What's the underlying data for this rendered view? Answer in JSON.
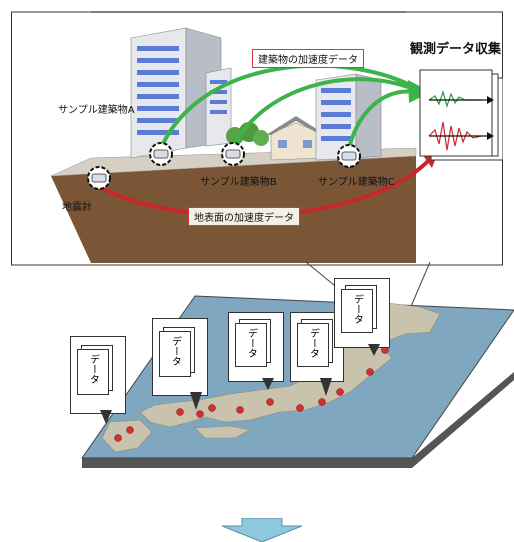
{
  "top_panel": {
    "label_collection": "観測データ収集",
    "label_building_accel": "建築物の加速度データ",
    "label_ground_accel": "地表面の加速度データ",
    "label_building_a": "サンプル建築物A",
    "label_building_b": "サンプル建築物B",
    "label_building_c": "サンプル建築物C",
    "label_seismometer": "地震計"
  },
  "map_panel": {
    "data_doc_label": "データ",
    "doc_count": 5
  },
  "colors": {
    "green_arrow": "#3cb44a",
    "red_arrow": "#c9252c",
    "ground": "#7a5636",
    "label_border": "#d9363e",
    "down_arrow": "#8ec8dc"
  }
}
